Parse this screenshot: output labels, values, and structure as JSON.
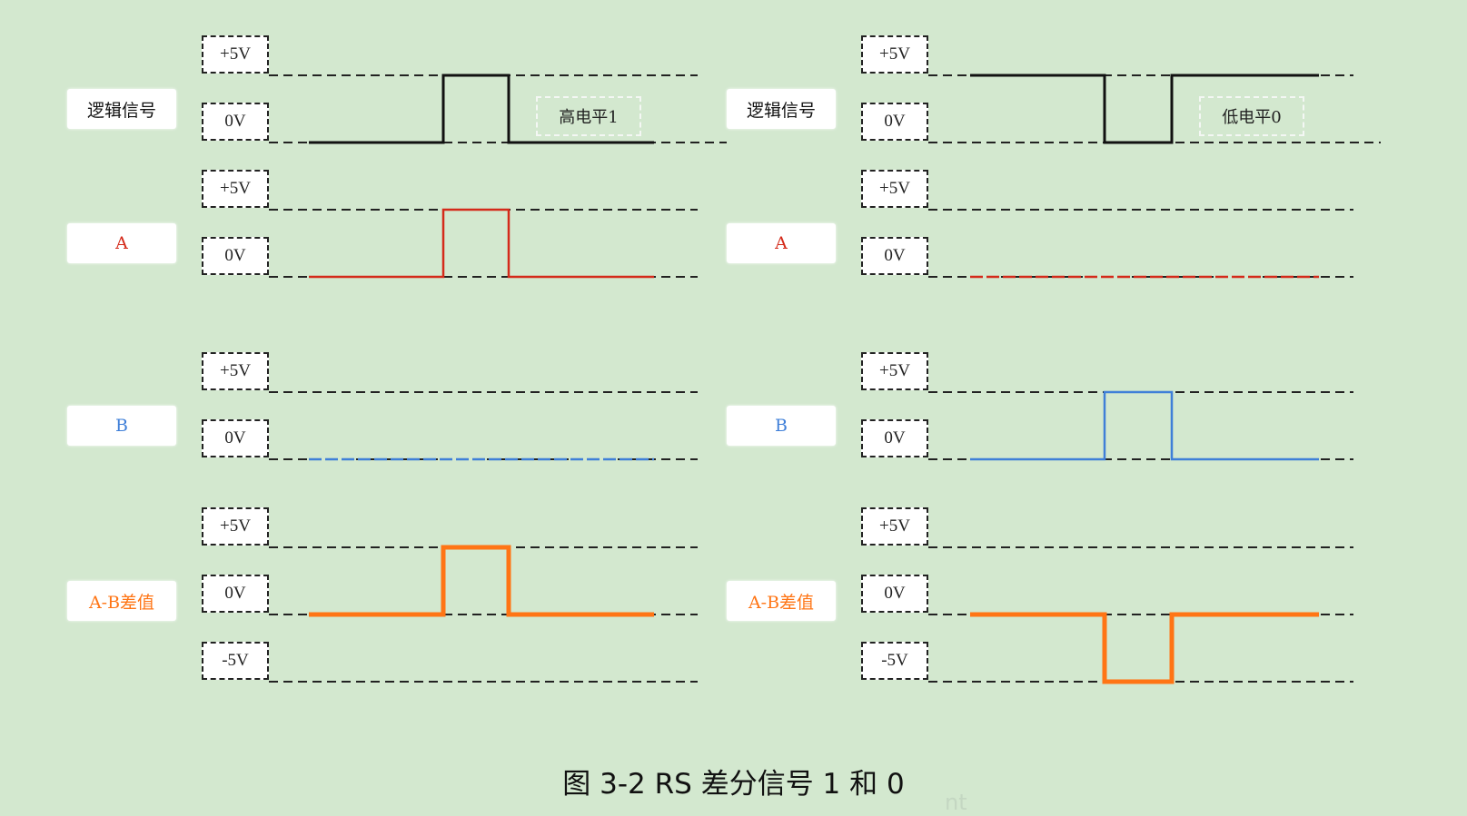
{
  "caption": "图 3-2 RS 差分信号 1 和 0",
  "watermark": "nt",
  "colors": {
    "background": "#d3e8cf",
    "logic": "#111111",
    "A": "#d42a1a",
    "B": "#3f7fd8",
    "diff": "#ff7515"
  },
  "level_labels": {
    "plus5": "+5V",
    "zero": "0V",
    "minus5": "-5V"
  },
  "panels": [
    {
      "id": "high",
      "note": "高电平1",
      "signals": [
        {
          "label": "逻辑信号",
          "color": "#111111",
          "levels": [
            "+5V",
            "0V"
          ],
          "waveform": [
            0,
            1,
            0
          ]
        },
        {
          "label": "A",
          "color": "#d42a1a",
          "levels": [
            "+5V",
            "0V"
          ],
          "waveform": [
            0,
            1,
            0
          ]
        },
        {
          "label": "B",
          "color": "#3f7fd8",
          "levels": [
            "+5V",
            "0V"
          ],
          "waveform": [
            0,
            0,
            0
          ]
        },
        {
          "label": "A-B差值",
          "color": "#ff7515",
          "levels": [
            "+5V",
            "0V",
            "-5V"
          ],
          "waveform": [
            0,
            1,
            0
          ]
        }
      ]
    },
    {
      "id": "low",
      "note": "低电平0",
      "signals": [
        {
          "label": "逻辑信号",
          "color": "#111111",
          "levels": [
            "+5V",
            "0V"
          ],
          "waveform": [
            1,
            0,
            1
          ]
        },
        {
          "label": "A",
          "color": "#d42a1a",
          "levels": [
            "+5V",
            "0V"
          ],
          "waveform": [
            0,
            0,
            0
          ]
        },
        {
          "label": "B",
          "color": "#3f7fd8",
          "levels": [
            "+5V",
            "0V"
          ],
          "waveform": [
            0,
            1,
            0
          ]
        },
        {
          "label": "A-B差值",
          "color": "#ff7515",
          "levels": [
            "+5V",
            "0V",
            "-5V"
          ],
          "waveform": [
            0,
            -1,
            0
          ]
        }
      ]
    }
  ]
}
